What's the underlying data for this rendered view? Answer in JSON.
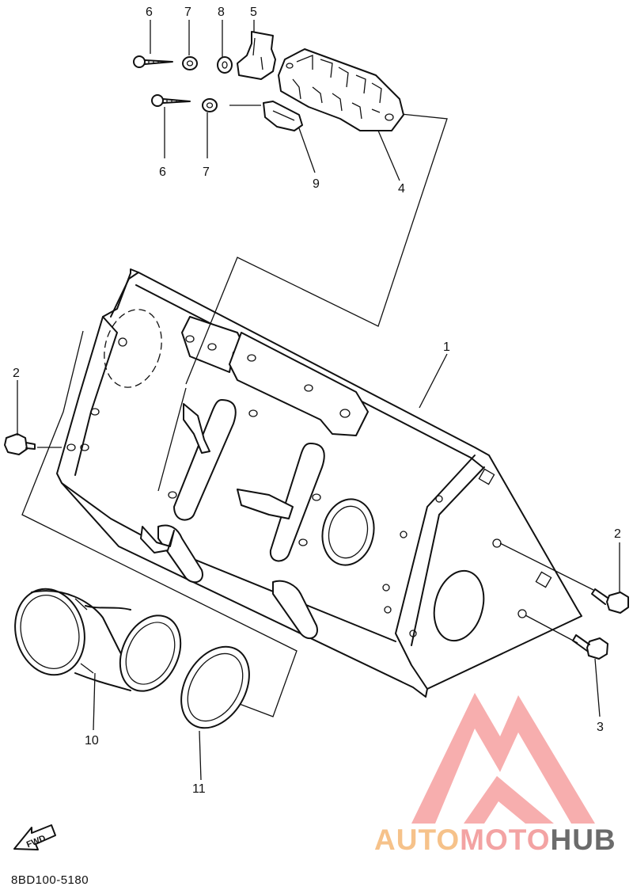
{
  "callouts": {
    "n1": "1",
    "n2a": "2",
    "n2b": "2",
    "n3": "3",
    "n4": "4",
    "n5": "5",
    "n6a": "6",
    "n6b": "6",
    "n7a": "7",
    "n7b": "7",
    "n8": "8",
    "n9": "9",
    "n10": "10",
    "n11": "11"
  },
  "fwd_label": "FWD",
  "diagram_code": "8BD100-5180",
  "watermark": {
    "part1": "AUTO",
    "part2": "MOTO",
    "part3": "HUB",
    "colors": {
      "auto": "#f6c28a",
      "moto": "#f3a3a3",
      "hub": "#6b6b6b",
      "logo": "#f6a0a0"
    }
  }
}
